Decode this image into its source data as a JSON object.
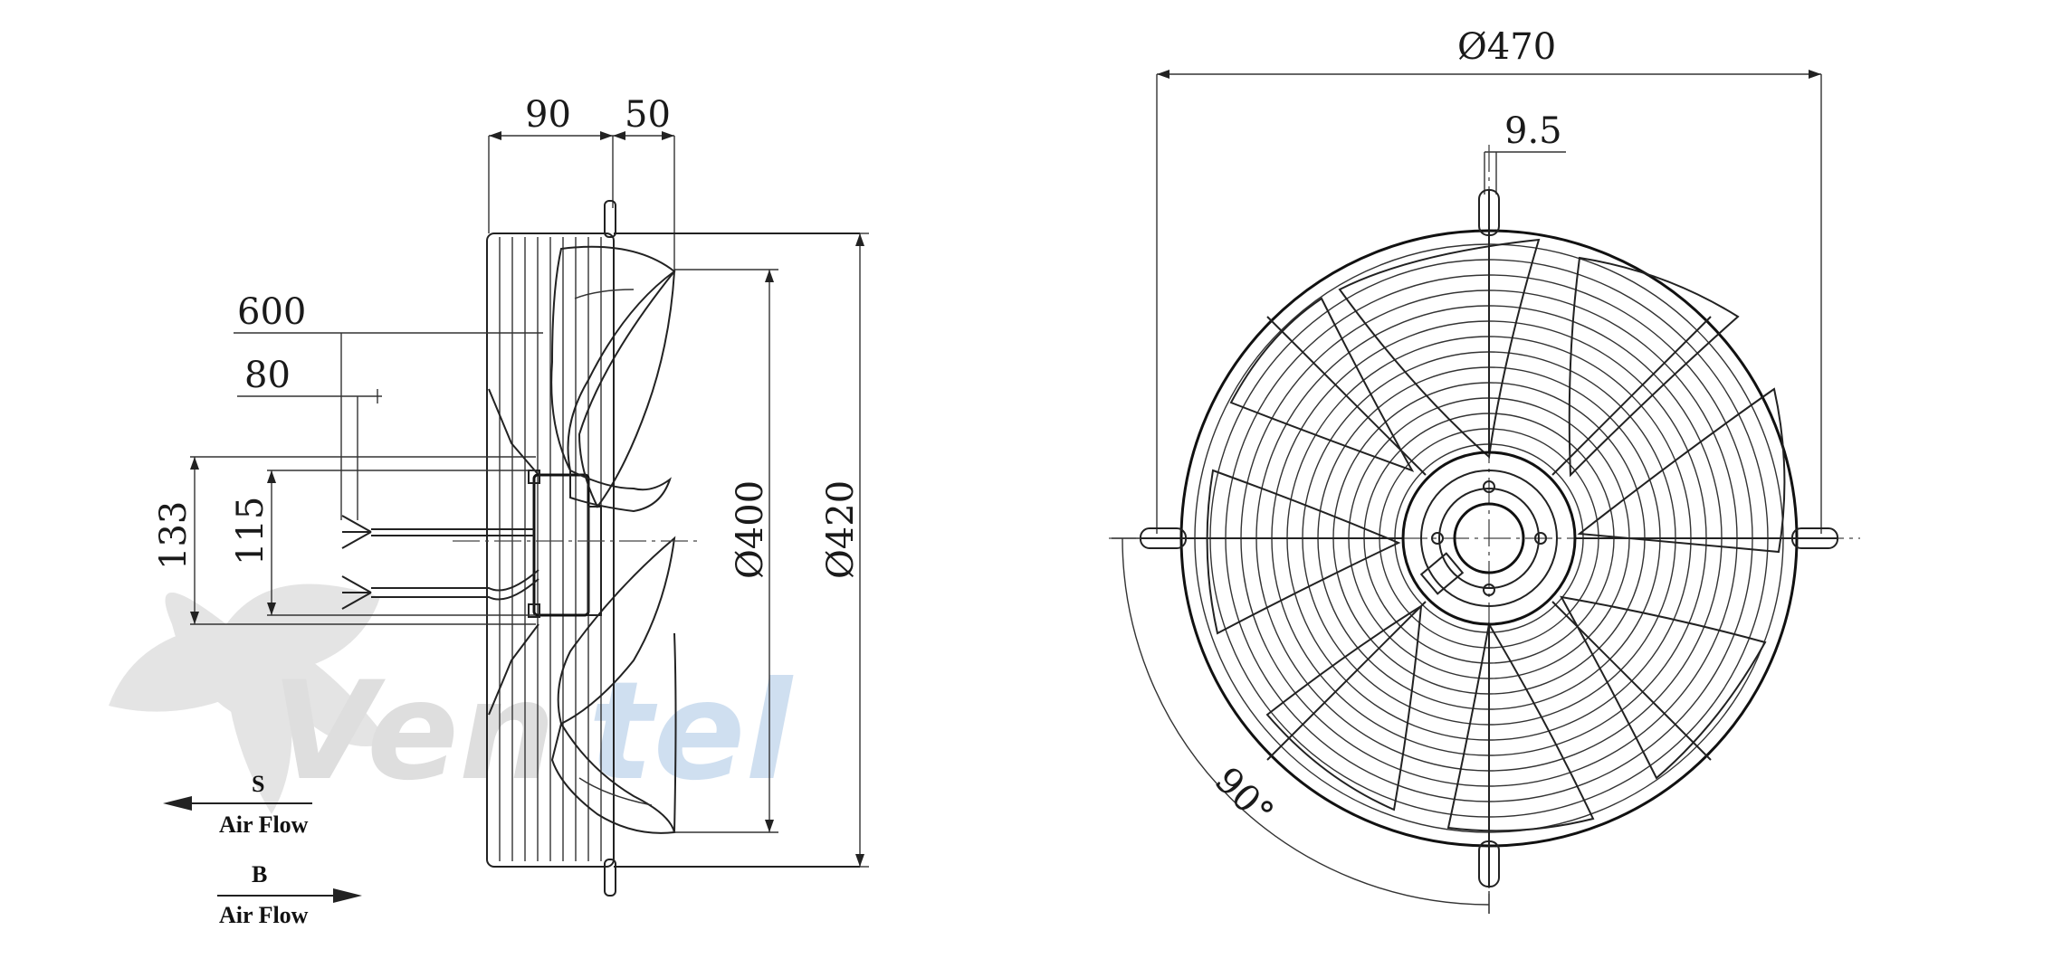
{
  "side_view": {
    "dim_top_left": "90",
    "dim_top_right": "50",
    "dim_cable_length": "600",
    "dim_strip_length": "80",
    "dim_height_outer": "133",
    "dim_height_inner": "115",
    "dim_blade_diameter": "Ø400",
    "dim_guard_diameter": "Ø420"
  },
  "front_view": {
    "dim_overall_diameter": "Ø470",
    "dim_hole": "9.5",
    "dim_angle": "90°"
  },
  "airflow": {
    "s_letter": "S",
    "s_label": "Air Flow",
    "b_letter": "B",
    "b_label": "Air Flow"
  },
  "watermark": {
    "text_gray": "Ven",
    "text_blue": "tel",
    "colors": {
      "gray": "#c9c9c9",
      "blue": "#a9c6e4"
    }
  }
}
